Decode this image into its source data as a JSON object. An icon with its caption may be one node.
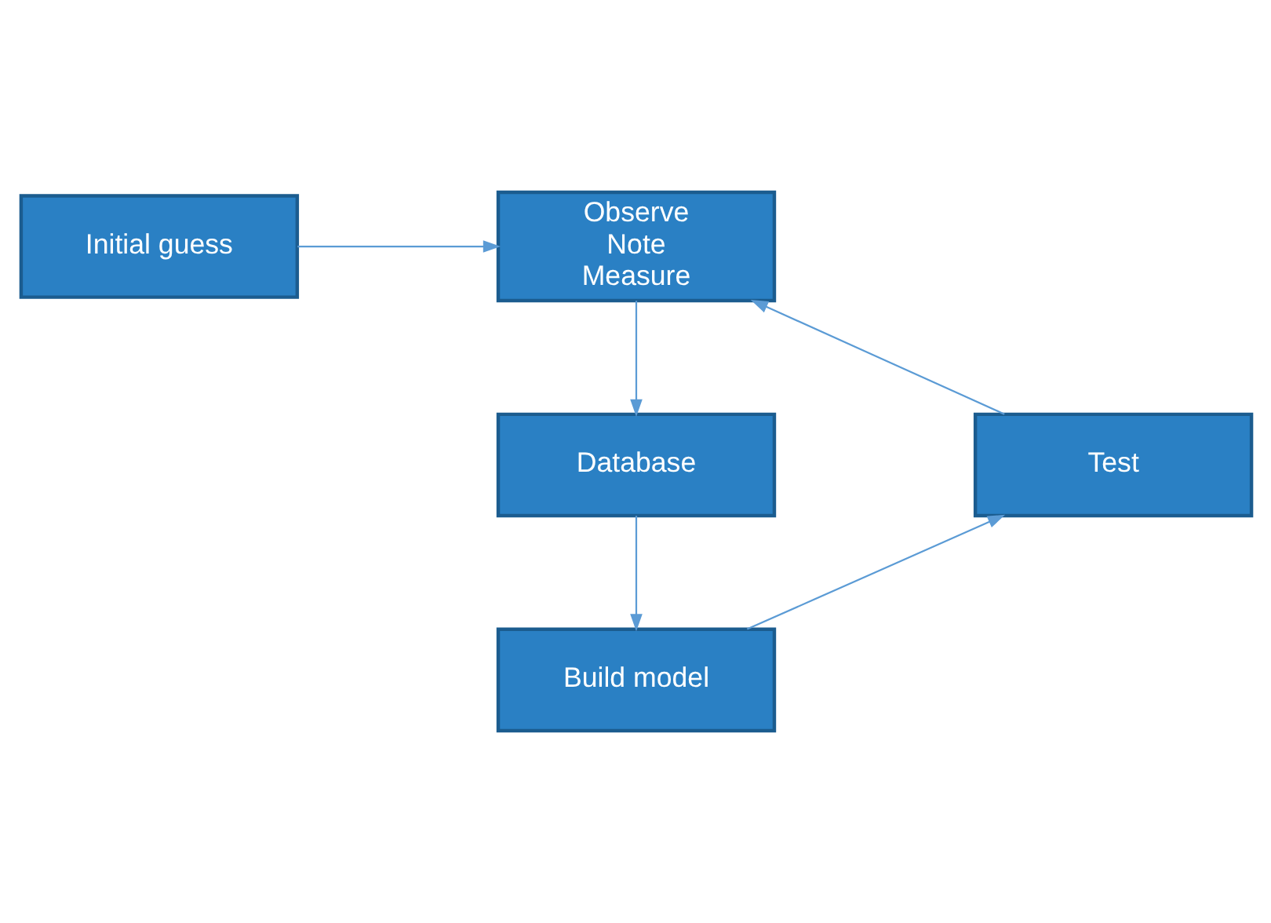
{
  "diagram": {
    "nodes": [
      {
        "text": [
          "Initial guess"
        ]
      },
      {
        "text": [
          "Observe",
          "Note",
          "Measure"
        ]
      },
      {
        "text": [
          "Database"
        ]
      },
      {
        "text": [
          "Test"
        ]
      },
      {
        "text": [
          "Build model"
        ]
      }
    ],
    "edges": [
      {
        "from": 0,
        "to": 1,
        "arrow": "to"
      },
      {
        "from": 1,
        "to": 2,
        "arrow": "to"
      },
      {
        "from": 2,
        "to": 4,
        "arrow": "to"
      },
      {
        "from": 4,
        "to": 3,
        "arrow": "to"
      },
      {
        "from": 3,
        "to": 1,
        "arrow": "to"
      }
    ]
  }
}
